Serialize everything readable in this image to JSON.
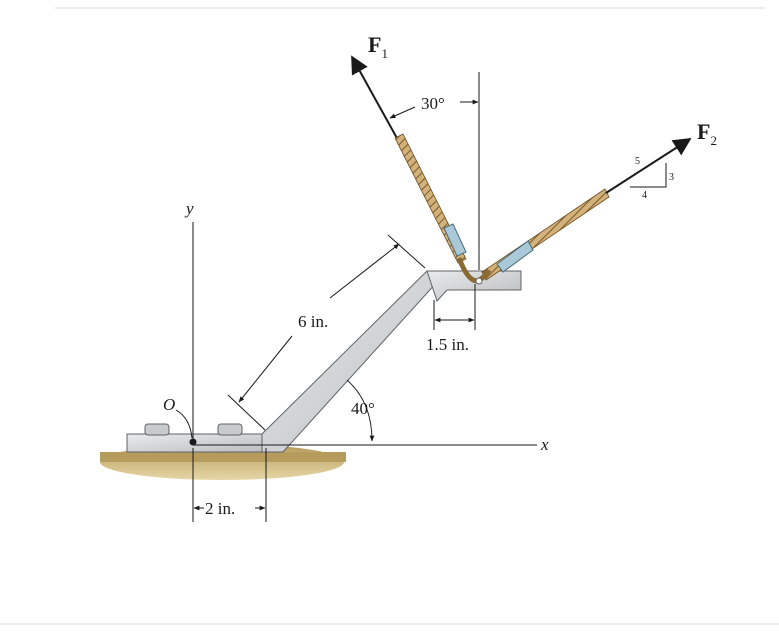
{
  "figure": {
    "forces": {
      "f1": {
        "symbol": "F",
        "subscript": "1"
      },
      "f2": {
        "symbol": "F",
        "subscript": "2"
      }
    },
    "angles": {
      "f1_from_vertical": "30°",
      "member_from_horizontal": "40°"
    },
    "dimensions": {
      "member_length": "6 in.",
      "top_offset": "1.5 in.",
      "base_offset": "2 in."
    },
    "slope_triangle": {
      "hyp": "5",
      "rise": "3",
      "run": "4"
    },
    "axes": {
      "origin": "O",
      "x": "x",
      "y": "y"
    },
    "colors": {
      "member_fill": "#d5d7d9",
      "member_stroke": "#5f6367",
      "ground": "#c9b27a",
      "rope": "#b89660",
      "sleeve": "#a9c9d8",
      "ink": "#1a1a1a"
    }
  }
}
